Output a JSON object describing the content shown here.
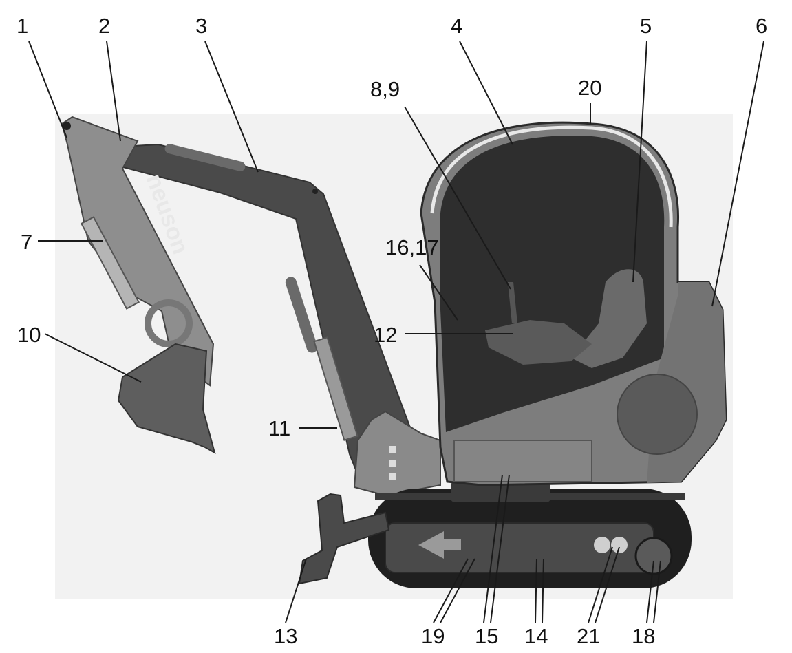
{
  "brand_text": "neuson",
  "callouts": [
    "1",
    "2",
    "3",
    "4",
    "5",
    "6",
    "7",
    "8,9",
    "10",
    "11",
    "12",
    "13",
    "14",
    "15",
    "16,17",
    "18",
    "19",
    "20",
    "21"
  ],
  "colors": {
    "background": "#ffffff",
    "backdrop": "#f2f2f2",
    "boom_dark": "#4a4a4a",
    "stick_light": "#8e8e8e",
    "cab_body": "#7d7d7d",
    "glass": "#2e2e2e",
    "track": "#1f1f1f",
    "leader": "#1a1a1a"
  }
}
